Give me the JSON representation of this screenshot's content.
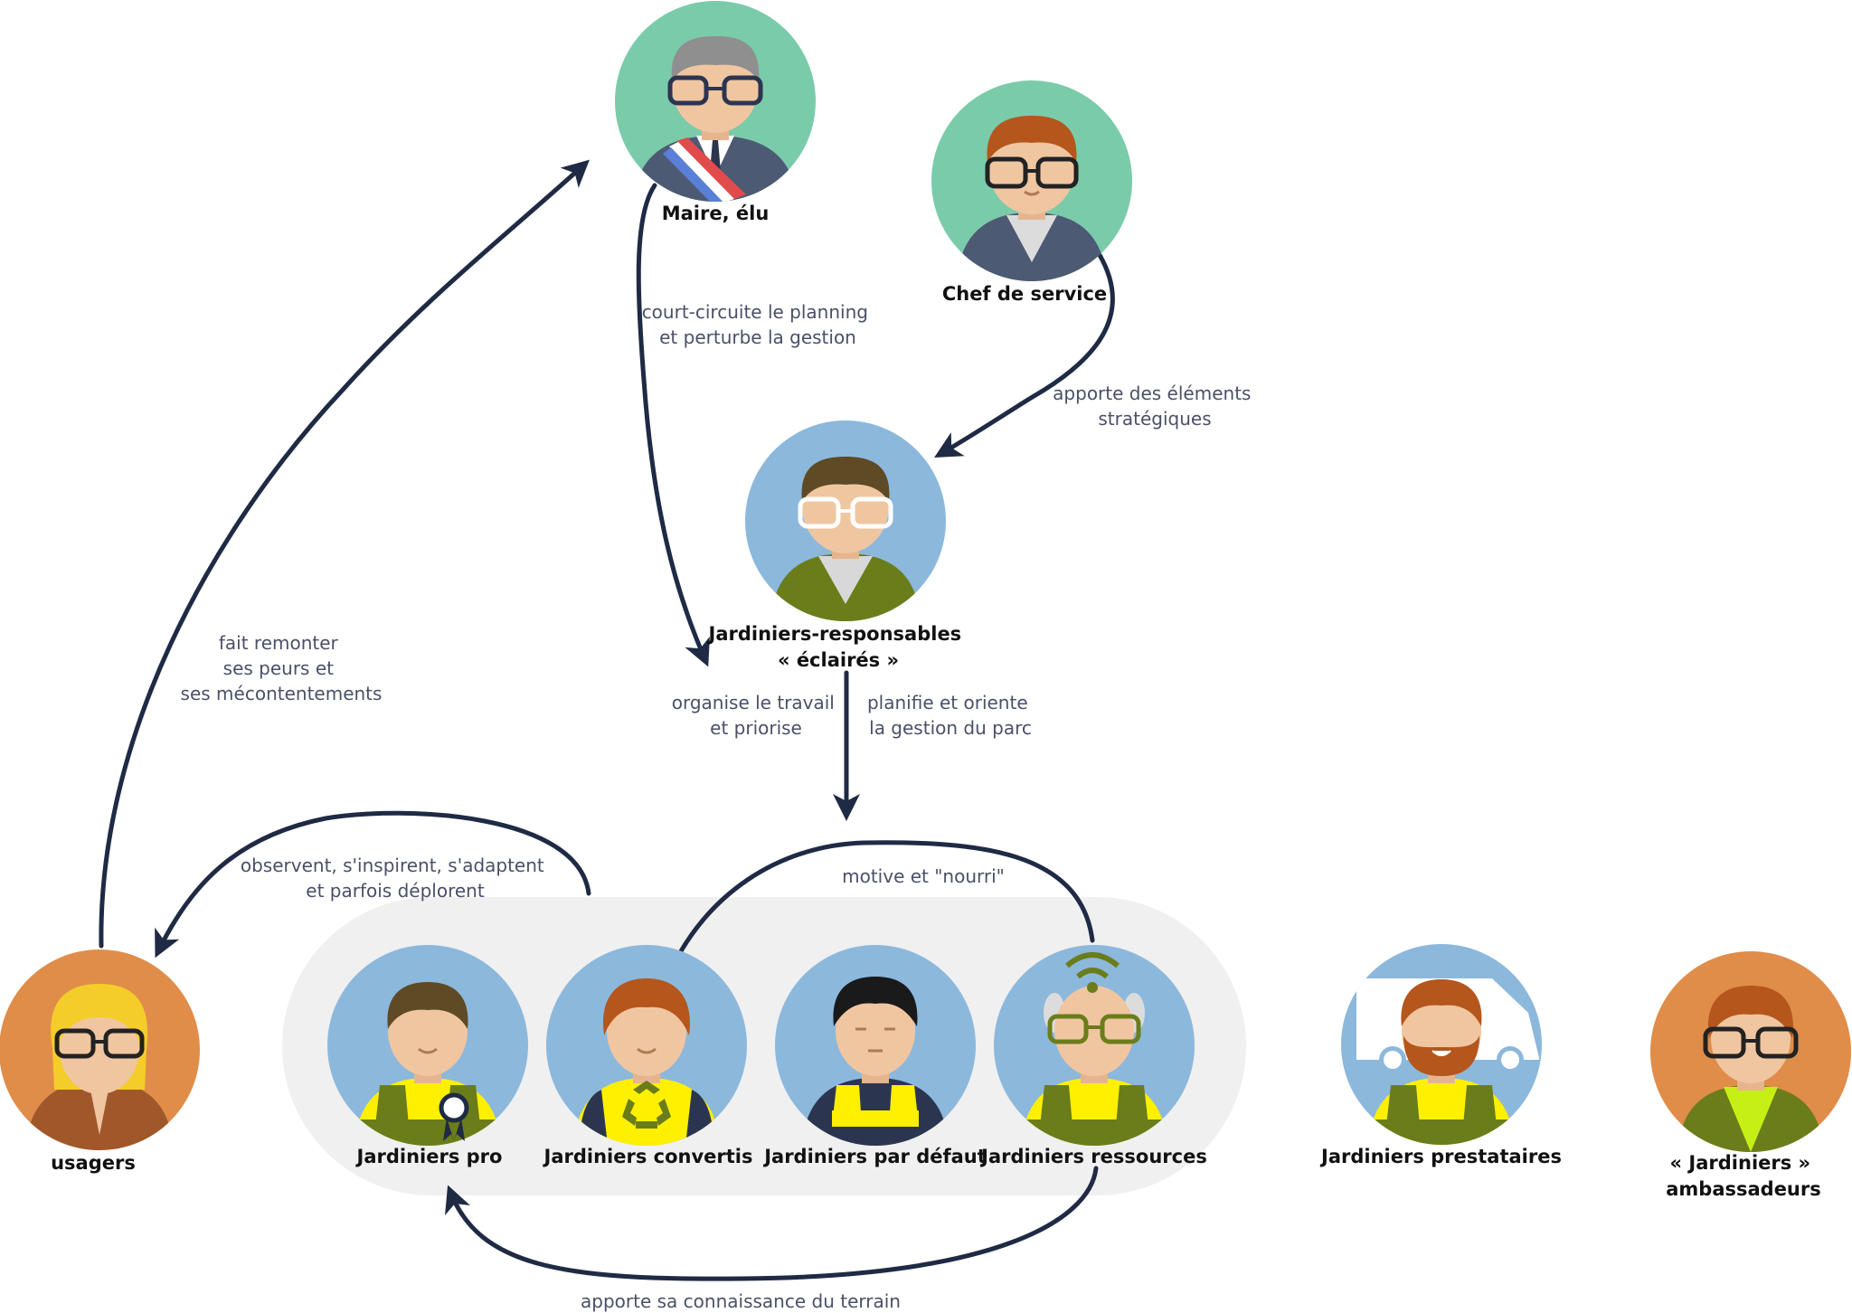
{
  "colors": {
    "green_bg": "#7acbaa",
    "blue_bg": "#8cb8dc",
    "orange_bg": "#e08d4a",
    "group_bg": "#f0f0f0",
    "arrow": "#1f2a44",
    "skin": "#f0c6a1",
    "vest_yellow": "#fff000",
    "olive": "#6a7d1a"
  },
  "nodes": {
    "maire": {
      "label": "Maire, élu"
    },
    "chef": {
      "label": "Chef de service"
    },
    "responsables": {
      "line1": "Jardiniers-responsables",
      "line2": "« éclairés »"
    },
    "usagers": {
      "label": "usagers"
    },
    "pro": {
      "label": "Jardiniers pro"
    },
    "convertis": {
      "label": "Jardiniers convertis"
    },
    "defaut": {
      "label": "Jardiniers par défaut"
    },
    "ressources": {
      "label": "Jardiniers ressources"
    },
    "prestataires": {
      "label": "Jardiniers prestataires"
    },
    "ambassadeurs": {
      "line1": "« Jardiniers »",
      "line2": "ambassadeurs"
    }
  },
  "edges": {
    "court_circuite": {
      "line1": "court-circuite le planning",
      "line2": "et perturbe la gestion"
    },
    "apporte_strat": {
      "line1": "apporte des éléments",
      "line2": "stratégiques"
    },
    "fait_remonter": {
      "line1": "fait remonter",
      "line2": "ses peurs et",
      "line3": "ses mécontentements"
    },
    "organise": {
      "line1": "organise le travail",
      "line2": "et priorise"
    },
    "planifie": {
      "line1": "planifie et oriente",
      "line2": "la gestion du parc"
    },
    "observent": {
      "line1": "observent, s'inspirent, s'adaptent",
      "line2": "et parfois déplorent"
    },
    "motive": {
      "line1": "motive et \"nourri\""
    },
    "connaissance": {
      "line1": "apporte sa connaissance du terrain"
    }
  }
}
